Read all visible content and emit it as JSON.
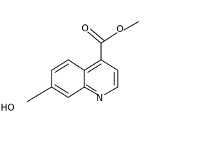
{
  "structure": {
    "atoms": {
      "oxygen_carbonyl": "O",
      "oxygen_ester": "O",
      "nitrogen": "N",
      "hydroxyl": "HO"
    },
    "colors": {
      "stroke": "#000000",
      "background": "#ffffff"
    }
  }
}
